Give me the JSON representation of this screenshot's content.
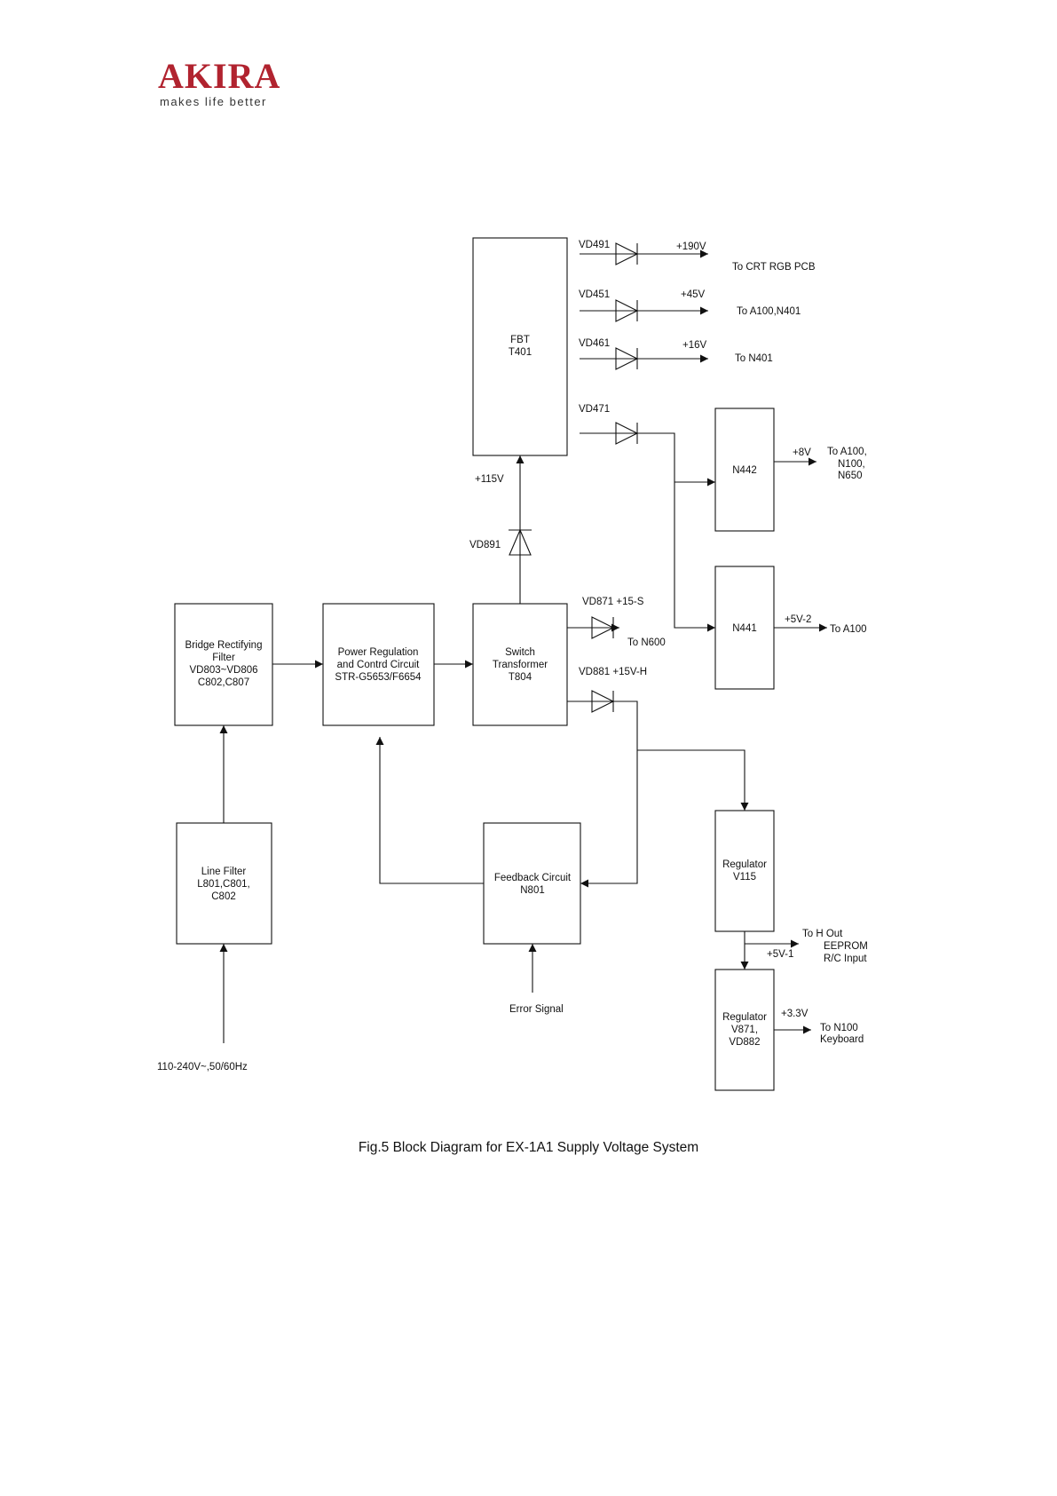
{
  "logo": {
    "name": "AKIRA",
    "tagline": "makes life better",
    "color": "#b1232f"
  },
  "caption": "Fig.5 Block Diagram for EX-1A1 Supply Voltage System",
  "blocks": {
    "fbt": [
      "FBT",
      "T401"
    ],
    "bridge": [
      "Bridge Rectifying",
      "Filter",
      "VD803~VD806",
      "C802,C807"
    ],
    "power": [
      "Power Regulation",
      "and Contrd Circuit",
      "STR-G5653/F6654"
    ],
    "switch": [
      "Switch",
      "Transformer",
      "T804"
    ],
    "line_filter": [
      "Line Filter",
      "L801,C801,",
      "C802"
    ],
    "feedback": [
      "Feedback Circuit",
      "N801"
    ],
    "n442": [
      "N442"
    ],
    "n441": [
      "N441"
    ],
    "reg_v115": [
      "Regulator",
      "V115"
    ],
    "reg_v871": [
      "Regulator",
      "V871,",
      "VD882"
    ]
  },
  "labels": {
    "vd491": "VD491",
    "v190": "+190V",
    "crt": "To  CRT RGB PCB",
    "vd451": "VD451",
    "v45": "+45V",
    "a100n401": "To A100,N401",
    "vd461": "VD461",
    "v16": "+16V",
    "n401": "To N401",
    "vd471": "VD471",
    "v8": "+8V",
    "to_a100": "To A100,",
    "n100c": "N100,",
    "n650": "N650",
    "v115": "+115V",
    "vd891": "VD891",
    "vd871": "VD871  +15-S",
    "n600": "To N600",
    "vd881": "VD881 +15V-H",
    "v5_2": "+5V-2",
    "a100": "To A100",
    "hout": "To   H Out",
    "eeprom": "EEPROM",
    "rc": "R/C Input",
    "v5_1": "+5V-1",
    "v33": "+3.3V",
    "n100": "To N100",
    "keyboard": "Keyboard",
    "error": "Error Signal",
    "mains": "110-240V~,50/60Hz"
  }
}
